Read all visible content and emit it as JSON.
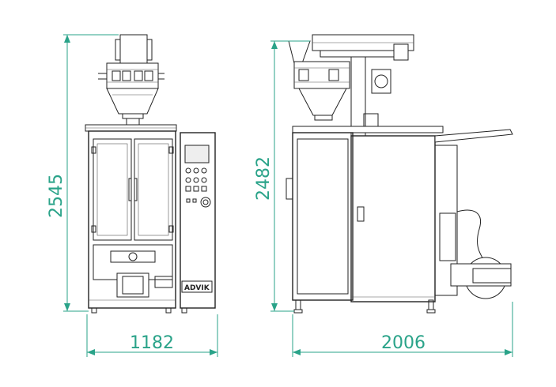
{
  "dimensions": {
    "front_height": "2545",
    "front_width": "1182",
    "side_height": "2482",
    "side_width": "2006"
  },
  "branding": {
    "panel_label": "ADVIK"
  },
  "colors": {
    "dimension": "#2aa389",
    "line": "#222222"
  }
}
